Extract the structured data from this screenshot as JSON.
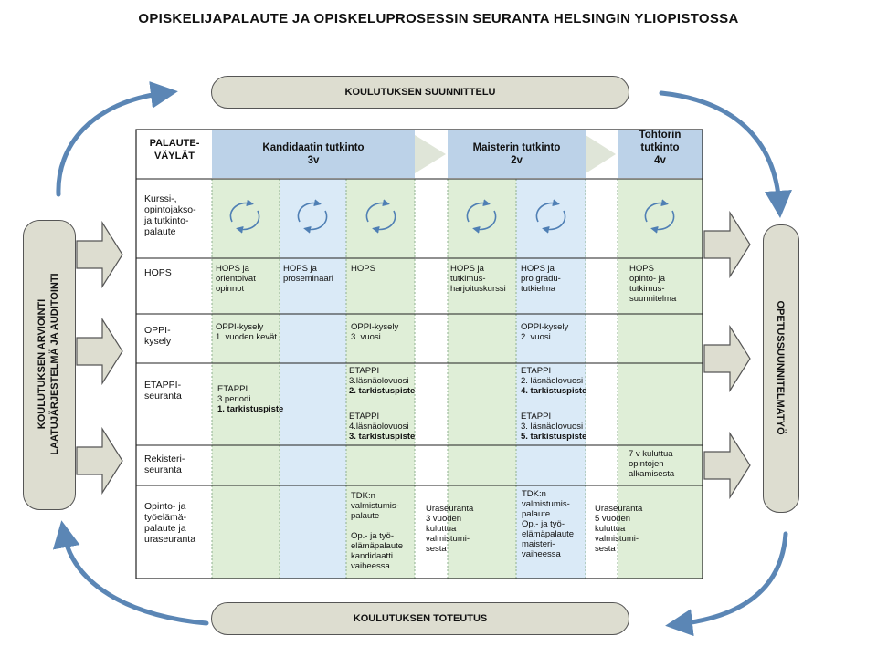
{
  "title": "OPISKELIJAPALAUTE JA OPISKELUPROSESSIN SEURANTA HELSINGIN YLIOPISTOSSA",
  "top_bar": "KOULUTUKSEN SUUNNITTELU",
  "bottom_bar": "KOULUTUKSEN TOTEUTUS",
  "left_bar": "KOULUTUKSEN ARVIOINTI\nLAATUJÄRJESTELMÄ JA AUDITOINTI",
  "right_bar": "OPETUSSUUNNITELMATYÖ",
  "table": {
    "corner": "PALAUTE-\nVÄYLÄT",
    "degrees": [
      {
        "name": "Kandidaatin tutkinto",
        "years": "3v"
      },
      {
        "name": "Maisterin tutkinto",
        "years": "2v"
      },
      {
        "name": "Tohtorin tutkinto",
        "years": "4v"
      }
    ],
    "rows": [
      "Kurssi-,\nopintojakso-\nja tutkinto-\npalaute",
      "HOPS",
      "OPPI-\nkysely",
      "ETAPPI-\nseuranta",
      "Rekisteri-\nseuranta",
      "Opinto- ja\ntyöelämä-\npalaute ja\nuraseuranta"
    ],
    "hops": [
      "HOPS ja\norientoivat\nopinnot",
      "HOPS ja\nproseminaari",
      "HOPS",
      "HOPS ja\ntutkimus-\nharjoituskurssi",
      "HOPS ja\npro gradu-\ntutkielma",
      "HOPS\nopinto- ja\ntutkimus-\nsuunnitelma"
    ],
    "oppi": [
      {
        "l1": "OPPI-kysely",
        "l2": "1. vuoden kevät"
      },
      {
        "l1": "OPPI-kysely",
        "l2": "3. vuosi"
      },
      {
        "l1": "OPPI-kysely",
        "l2": "2. vuosi"
      }
    ],
    "etappi": {
      "k1": {
        "a": "ETAPPI",
        "b": "3.periodi",
        "c": "1. tarkistuspiste"
      },
      "k3a": {
        "a": "ETAPPI",
        "b": "3.läsnäolovuosi",
        "c": "2. tarkistuspiste"
      },
      "k3b": {
        "a": "ETAPPI",
        "b": "4.läsnäolovuosi",
        "c": "3. tarkistuspiste"
      },
      "m2a": {
        "a": "ETAPPI",
        "b": "2. läsnäolovuosi",
        "c": "4. tarkistuspiste"
      },
      "m2b": {
        "a": "ETAPPI",
        "b": "3. läsnäolovuosi",
        "c": "5. tarkistuspiste"
      }
    },
    "rekisteri_tohtori": "7 v kuluttua\nopintojen\nalkamisesta",
    "tyoelama": [
      "TDK:n\nvalmistumis-\npalaute\n\nOp.- ja työ-\nelämäpalaute\nkandidaatti\nvaiheessa",
      "Uraseuranta\n3 vuoden\nkuluttua\nvalmistumi-\nsesta",
      "TDK:n\nvalmistumis-\npalaute\nOp.- ja työ-\nelämäpalaute\nmaisteri-\nvaiheessa",
      "Uraseuranta\n5 vuoden\nkuluttua\nvalmistumi-\nsesta"
    ]
  },
  "colors": {
    "green": "#dfeed7",
    "blue": "#daeaf7",
    "header_blue": "#bcd2e8",
    "pill": "#ddddd0",
    "arrow_blue": "#5b86b5"
  }
}
